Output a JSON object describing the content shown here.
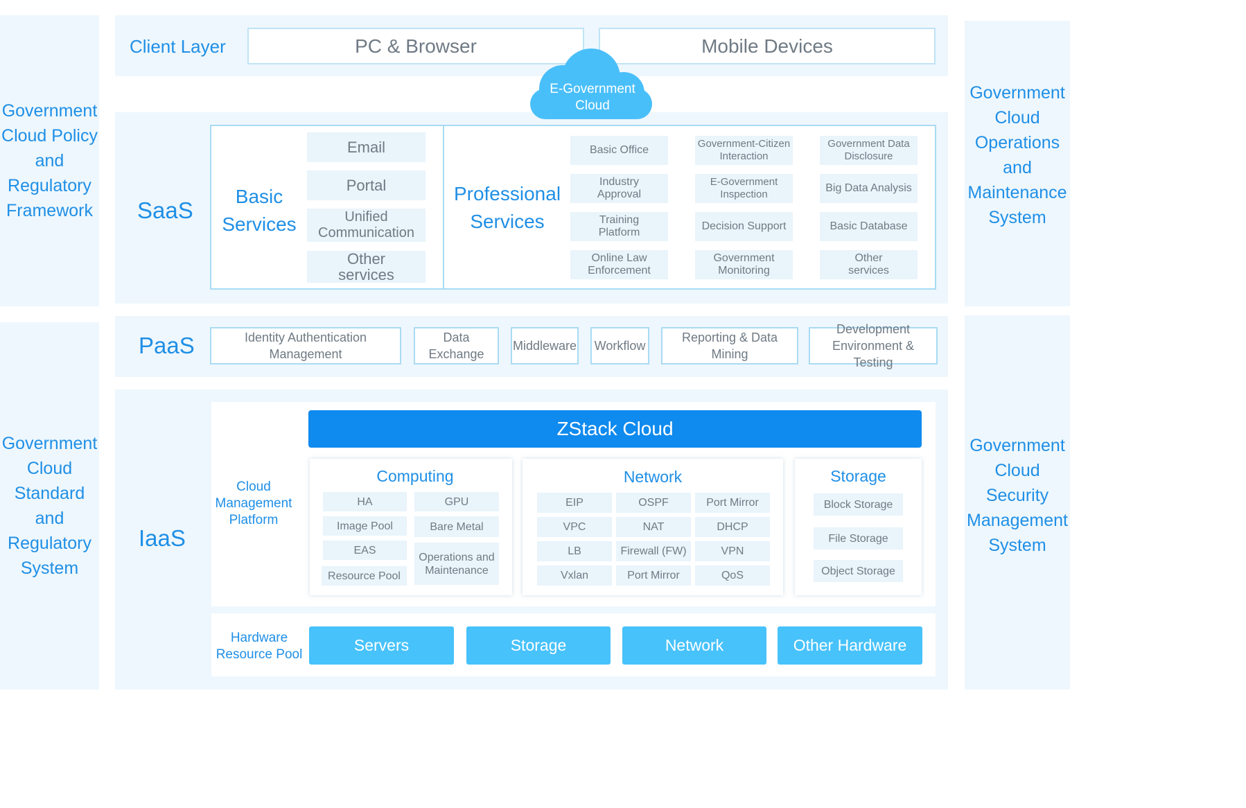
{
  "left_panels": {
    "policy": [
      "Government",
      "Cloud Policy",
      "and",
      "Regulatory",
      "Framework"
    ],
    "standard": [
      "Government",
      "Cloud",
      "Standard",
      "and",
      "Regulatory",
      "System"
    ]
  },
  "right_panels": {
    "operations": [
      "Government",
      "Cloud",
      "Operations",
      "and",
      "Maintenance",
      "System"
    ],
    "security": [
      "Government",
      "Cloud",
      "Security",
      "Management",
      "System"
    ]
  },
  "client_layer": {
    "label": "Client Layer",
    "items": [
      "PC & Browser",
      "Mobile Devices"
    ]
  },
  "cloud_badge": {
    "line1": "E-Government",
    "line2": "Cloud"
  },
  "saas": {
    "label": "SaaS",
    "basic": {
      "title_line1": "Basic",
      "title_line2": "Services",
      "items": [
        "Email",
        "Portal",
        "Unified Communication",
        "Other services"
      ]
    },
    "professional": {
      "title_line1": "Professional",
      "title_line2": "Services",
      "items": [
        "Basic Office",
        "Government-Citizen Interaction",
        "Government Data Disclosure",
        "Industry Approval",
        "E-Government Inspection",
        "Big Data Analysis",
        "Training Platform",
        "Decision Support",
        "Basic Database",
        "Online Law Enforcement",
        "Government Monitoring",
        "Other services"
      ]
    }
  },
  "paas": {
    "label": "PaaS",
    "items": [
      "Identity Authentication Management",
      "Data Exchange",
      "Middleware",
      "Workflow",
      "Reporting & Data Mining",
      "Development Environment & Testing"
    ]
  },
  "iaas": {
    "label": "IaaS",
    "platform_label": [
      "Cloud",
      "Management",
      "Platform"
    ],
    "zstack": "ZStack Cloud",
    "computing": {
      "title": "Computing",
      "items": [
        "HA",
        "GPU",
        "Image Pool",
        "Bare Metal",
        "EAS",
        "Operations and Maintenance",
        "Resource Pool"
      ]
    },
    "network": {
      "title": "Network",
      "items": [
        "EIP",
        "OSPF",
        "Port Mirror",
        "VPC",
        "NAT",
        "DHCP",
        "LB",
        "Firewall (FW)",
        "VPN",
        "Vxlan",
        "Port Mirror",
        "QoS"
      ]
    },
    "storage": {
      "title": "Storage",
      "items": [
        "Block Storage",
        "File Storage",
        "Object Storage"
      ]
    },
    "hardware_label": [
      "Hardware",
      "Resource Pool"
    ],
    "hardware": [
      "Servers",
      "Storage",
      "Network",
      "Other Hardware"
    ]
  }
}
